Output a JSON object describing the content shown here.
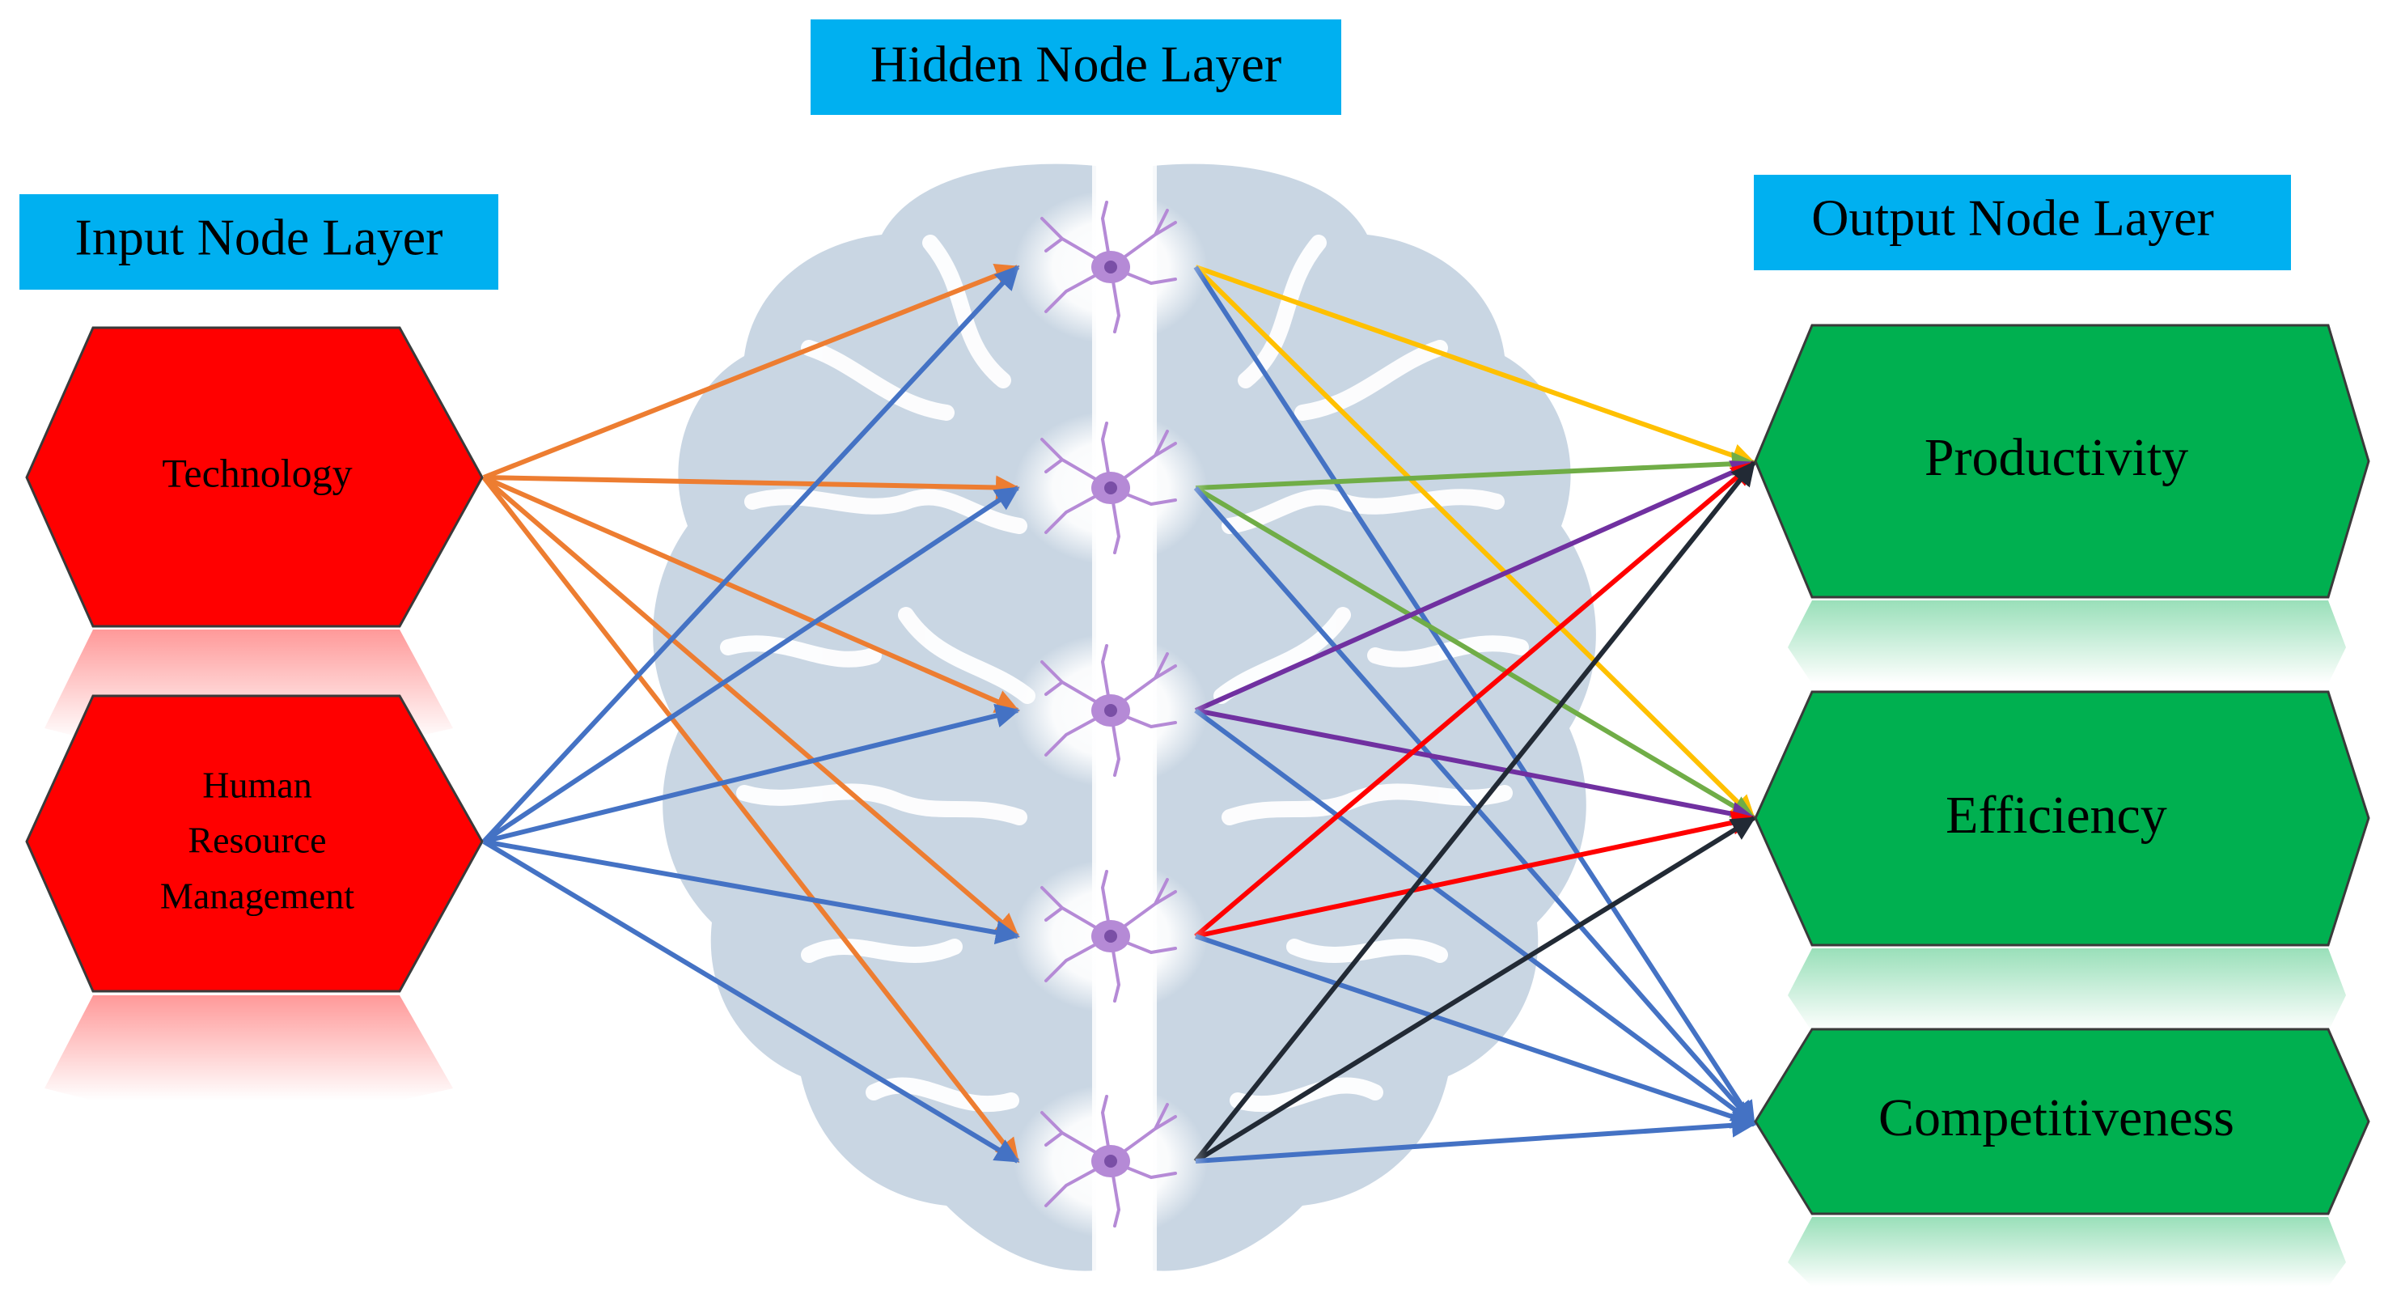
{
  "layers": {
    "input": {
      "label": "Input Node Layer"
    },
    "hidden": {
      "label": "Hidden Node Layer"
    },
    "output": {
      "label": "Output Node Layer"
    }
  },
  "inputs": [
    {
      "id": "technology",
      "lines": [
        "Technology"
      ]
    },
    {
      "id": "hrm",
      "lines": [
        "Human",
        "Resource",
        "Management"
      ]
    }
  ],
  "hidden_count": 5,
  "outputs": [
    {
      "id": "productivity",
      "label": "Productivity"
    },
    {
      "id": "efficiency",
      "label": "Efficiency"
    },
    {
      "id": "competitiveness",
      "label": "Competitiveness"
    }
  ],
  "colors": {
    "band": "#00b0f0",
    "input_fill": "#ff0000",
    "output_fill": "#00b050",
    "brain": "#c9d6e3",
    "neuron": "#b58ad6",
    "edge_technology": "#ed7d31",
    "edge_hrm": "#4472c4",
    "edge_h1": "#ffc000",
    "edge_h2": "#70ad47",
    "edge_h3": "#7030a0",
    "edge_h4": "#ff0000",
    "edge_h5": "#222a35",
    "edge_blue": "#4472c4"
  },
  "connections": {
    "input_to_hidden": [
      {
        "from": "technology",
        "to": [
          1,
          2,
          3,
          4,
          5
        ],
        "color": "edge_technology"
      },
      {
        "from": "hrm",
        "to": [
          1,
          2,
          3,
          4,
          5
        ],
        "color": "edge_hrm"
      }
    ],
    "hidden_to_output": [
      {
        "from": 1,
        "to": [
          "productivity",
          "efficiency"
        ],
        "color": "edge_h1"
      },
      {
        "from": 1,
        "to": [
          "competitiveness"
        ],
        "color": "edge_blue"
      },
      {
        "from": 2,
        "to": [
          "productivity",
          "efficiency"
        ],
        "color": "edge_h2"
      },
      {
        "from": 2,
        "to": [
          "competitiveness"
        ],
        "color": "edge_blue"
      },
      {
        "from": 3,
        "to": [
          "productivity",
          "efficiency"
        ],
        "color": "edge_h3"
      },
      {
        "from": 3,
        "to": [
          "competitiveness"
        ],
        "color": "edge_blue"
      },
      {
        "from": 4,
        "to": [
          "productivity",
          "efficiency"
        ],
        "color": "edge_h4"
      },
      {
        "from": 4,
        "to": [
          "competitiveness"
        ],
        "color": "edge_blue"
      },
      {
        "from": 5,
        "to": [
          "productivity",
          "efficiency"
        ],
        "color": "edge_h5"
      },
      {
        "from": 5,
        "to": [
          "competitiveness"
        ],
        "color": "edge_blue"
      }
    ]
  }
}
